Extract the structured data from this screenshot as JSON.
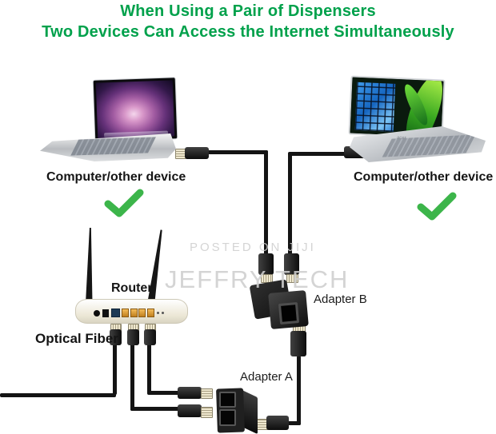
{
  "title": {
    "line1": "When Using a Pair of Dispensers",
    "line2": "Two Devices Can Access the Internet  Simultaneously"
  },
  "labels": {
    "left_computer": "Computer/other device",
    "right_computer": "Computer/other device",
    "router": "Router",
    "optical_fiber": "Optical Fiber",
    "adapter_a": "Adapter A",
    "adapter_b": "Adapter B",
    "acer_brand": "acer"
  },
  "watermark": {
    "line1": "POSTED ON JIJI",
    "line2": "JEFFRY TECH"
  },
  "icons": {
    "left_check": "checkmark-icon",
    "right_check": "checkmark-icon"
  },
  "colors": {
    "title_green": "#00A14B",
    "check_green": "#3CB54A",
    "watermark_gray": "#CFCFCF",
    "cable_black": "#141414",
    "lan_orange": "#E0992F",
    "wan_blue": "#1D3A55"
  }
}
